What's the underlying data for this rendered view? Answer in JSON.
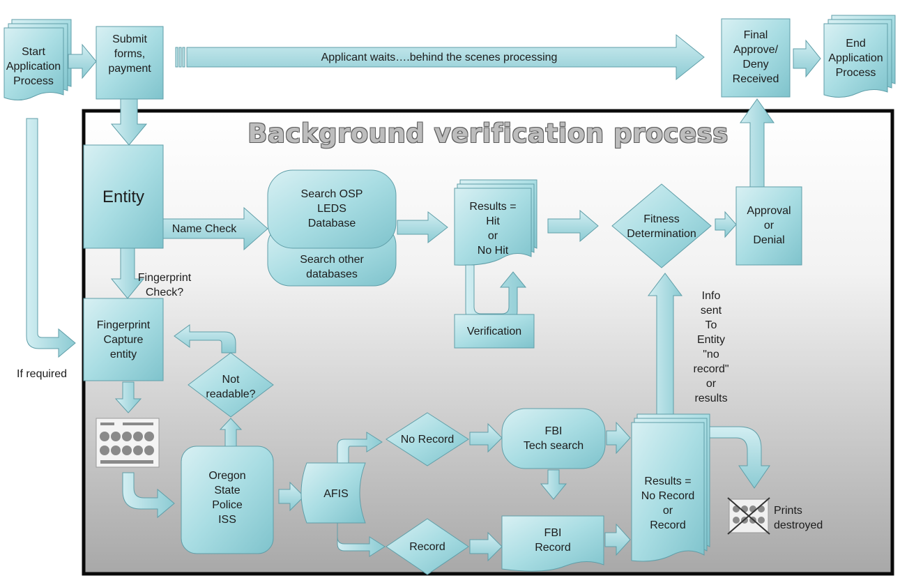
{
  "panel": {
    "title": "Background verification process"
  },
  "colors": {
    "shape_fill": "#a9dde3",
    "shape_stroke": "#5f9ea8",
    "panel_border": "#0a0a0a"
  },
  "icons": {
    "fingerprint_card": "fingerprint-card-icon",
    "destroyed_card": "crossed-fingerprint-card-icon"
  },
  "nodes": {
    "start": "Start\nApplication\nProcess",
    "submit": "Submit\nforms,\npayment",
    "waits": "Applicant waits….behind the scenes processing",
    "final": "Final\nApprove/\nDeny\nReceived",
    "end": "End\nApplication\nProcess",
    "entity": "Entity",
    "name_check": "Name Check",
    "search_osp": "Search OSP\nLEDS\nDatabase",
    "search_other": "Search other\ndatabases",
    "results_hit": "Results =\nHit\nor\nNo Hit",
    "fitness": "Fitness\nDetermination",
    "approval": "Approval\nor\nDenial",
    "fingerprint_check": "Fingerprint\nCheck?",
    "capture": "Fingerprint\nCapture\nentity",
    "if_required": "If required",
    "verification": "Verification",
    "not_readable": "Not\nreadable?",
    "info_sent": "Info\nsent\nTo\nEntity\n\"no\nrecord\"\nor\nresults",
    "osp_iss": "Oregon\nState\nPolice\nISS",
    "afis": "AFIS",
    "no_record": "No Record",
    "record": "Record",
    "fbi_tech": "FBI\nTech search",
    "fbi_record": "FBI\nRecord",
    "results_record": "Results =\nNo Record\nor\nRecord",
    "prints_destroyed": "Prints\ndestroyed"
  }
}
